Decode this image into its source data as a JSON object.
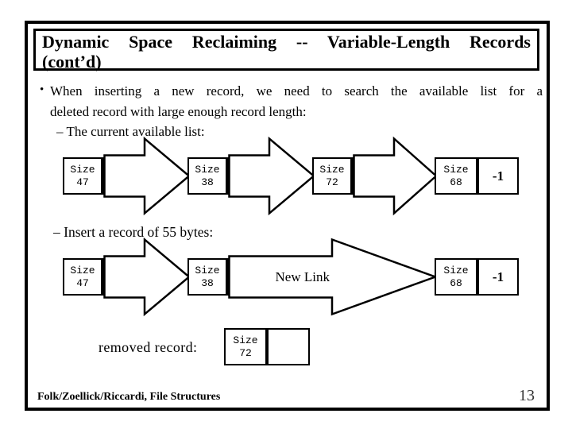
{
  "title": {
    "line1": "Dynamic Space Reclaiming -- Variable-Length Records",
    "line2": "(cont’d)"
  },
  "body": {
    "bullet_glyph": "•",
    "bullet_line1": "When inserting a new record, we need to search the available list for a",
    "bullet_line2": "deleted record with large enough record length:",
    "dash1": "– The current available list:",
    "dash2": "– Insert a record of 55 bytes:"
  },
  "diagram": {
    "size_label": "Size",
    "row1": {
      "sizes": [
        "47",
        "38",
        "72",
        "68"
      ],
      "end_marker": "-1"
    },
    "row2": {
      "sizes": [
        "47",
        "38",
        "68"
      ],
      "new_link_label": "New Link",
      "end_marker": "-1"
    },
    "row3": {
      "caption": "removed record:",
      "size": "72"
    }
  },
  "footer": {
    "left": "Folk/Zoellick/Riccardi, File Structures",
    "page_number": "13"
  },
  "colors": {
    "ink": "#000000",
    "background": "#ffffff",
    "page_number_ink": "#333333"
  }
}
